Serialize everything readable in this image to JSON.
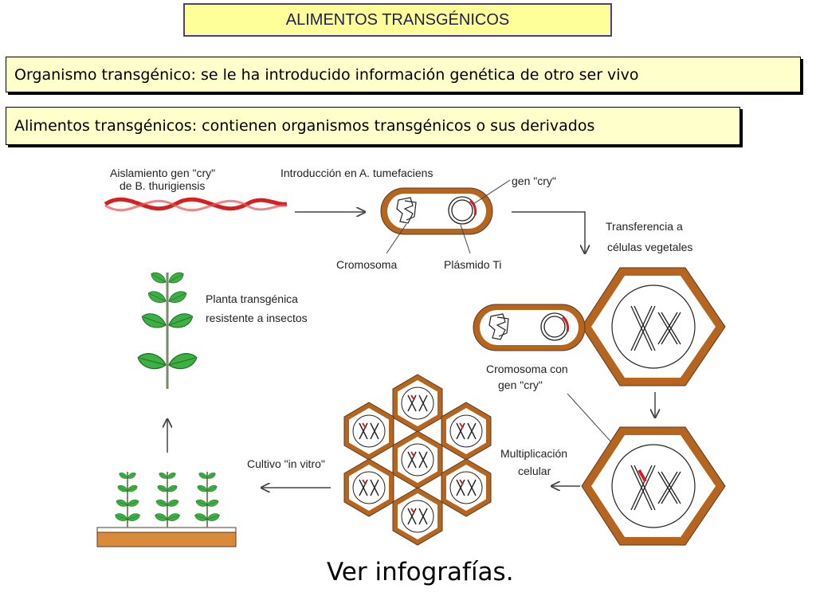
{
  "title": "ALIMENTOS TRANSGÉNICOS",
  "definitions": [
    "Organismo transgénico: se le ha introducido información genética de otro ser vivo",
    "Alimentos transgénicos: contienen organismos transgénicos o sus derivados"
  ],
  "diagram": {
    "labels": {
      "isolation_line1": "Aislamiento gen \"cry\"",
      "isolation_line2": "de B. thurigiensis",
      "introduction": "Introducción en A. tumefaciens",
      "gen_cry": "gen \"cry\"",
      "chromosome": "Cromosoma",
      "plasmid": "Plásmido Ti",
      "transfer_line1": "Transferencia a",
      "transfer_line2": "células vegetales",
      "plant_line1": "Planta transgénica",
      "plant_line2": "resistente a insectos",
      "chromosome_gen_line1": "Cromosoma con",
      "chromosome_gen_line2": "gen \"cry\"",
      "multiplication_line1": "Multiplicación",
      "multiplication_line2": "celular",
      "culture": "Cultivo \"in vitro\""
    },
    "colors": {
      "cell_wall": "#b5651d",
      "cell_border": "#5a3a22",
      "dna": "#d42020",
      "gene": "#d42020",
      "leaf": "#3cb043",
      "stem": "#7a8a6a",
      "soil": "#d98a3a"
    }
  },
  "footer": "Ver infografías."
}
